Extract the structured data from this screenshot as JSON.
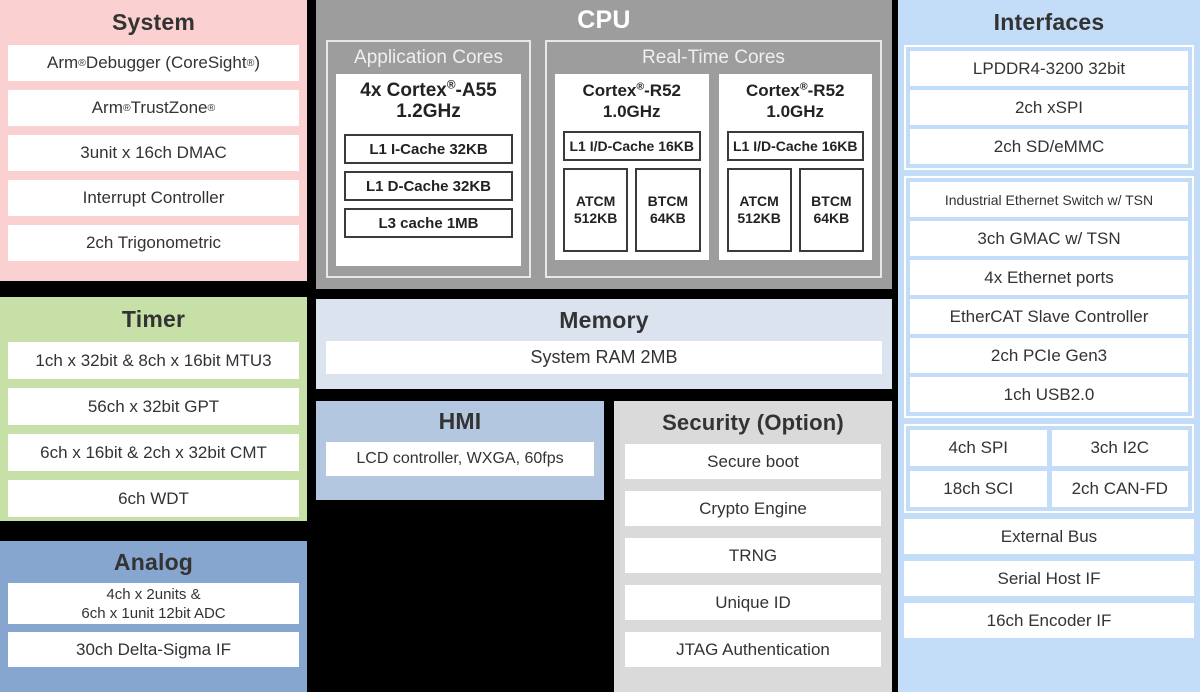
{
  "diagram": {
    "type": "block-diagram",
    "background": "#000000",
    "blocks": [
      {
        "id": "system",
        "title": "System",
        "color": "#fad0d0",
        "items": [
          "Arm® Debugger (CoreSight®)",
          "Arm® TrustZone®",
          "3unit x 16ch DMAC",
          "Interrupt Controller",
          "2ch Trigonometric"
        ]
      },
      {
        "id": "timer",
        "title": "Timer",
        "color": "#c6e0a8",
        "items": [
          "1ch x 32bit & 8ch x 16bit MTU3",
          "56ch x 32bit GPT",
          "6ch x 16bit & 2ch x 32bit CMT",
          "6ch WDT"
        ]
      },
      {
        "id": "analog",
        "title": "Analog",
        "color": "#87a6cf",
        "items": [
          "4ch x 2units &\n6ch x 1unit 12bit ADC",
          "30ch Delta-Sigma IF"
        ]
      },
      {
        "id": "cpu",
        "title": "CPU",
        "color": "#9d9d9d",
        "groups": [
          {
            "id": "application-cores",
            "title": "Application Cores",
            "cores": [
              {
                "name": "4x Cortex®-A55\n1.2GHz",
                "memories": [
                  "L1 I-Cache 32KB",
                  "L1 D-Cache 32KB",
                  "L3 cache 1MB"
                ]
              }
            ]
          },
          {
            "id": "real-time-cores",
            "title": "Real-Time Cores",
            "cores": [
              {
                "name": "Cortex®-R52\n1.0GHz",
                "cache": "L1 I/D-Cache 16KB",
                "tcm": [
                  "ATCM\n512KB",
                  "BTCM\n64KB"
                ]
              },
              {
                "name": "Cortex®-R52\n1.0GHz",
                "cache": "L1 I/D-Cache 16KB",
                "tcm": [
                  "ATCM\n512KB",
                  "BTCM\n64KB"
                ]
              }
            ]
          }
        ]
      },
      {
        "id": "memory",
        "title": "Memory",
        "color": "#dbe3ef",
        "items": [
          "System RAM 2MB"
        ]
      },
      {
        "id": "hmi",
        "title": "HMI",
        "color": "#b4c7e0",
        "items": [
          "LCD controller, WXGA, 60fps"
        ]
      },
      {
        "id": "security",
        "title": "Security (Option)",
        "color": "#dadada",
        "items": [
          "Secure boot",
          "Crypto Engine",
          "TRNG",
          "Unique ID",
          "JTAG Authentication"
        ]
      },
      {
        "id": "interfaces",
        "title": "Interfaces",
        "color": "#c3dcf7",
        "groups": [
          {
            "id": "memory-if",
            "items": [
              "LPDDR4-3200 32bit",
              "2ch xSPI",
              "2ch SD/eMMC"
            ]
          },
          {
            "id": "network-if",
            "items": [
              "Industrial Ethernet Switch w/ TSN",
              "3ch GMAC w/ TSN",
              "4x Ethernet ports",
              "EtherCAT Slave Controller",
              "2ch PCIe Gen3",
              "1ch USB2.0"
            ]
          },
          {
            "id": "serial-if",
            "grid": [
              [
                "4ch SPI",
                "3ch I2C"
              ],
              [
                "18ch SCI",
                "2ch CAN-FD"
              ]
            ]
          },
          {
            "id": "host-if",
            "items": [
              "External Bus",
              "Serial Host IF",
              "16ch Encoder IF"
            ]
          }
        ]
      }
    ]
  }
}
